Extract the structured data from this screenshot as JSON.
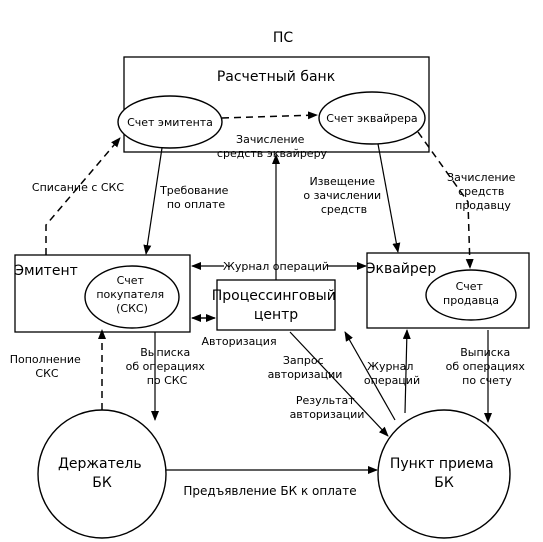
{
  "title": "ПС",
  "nodes": {
    "settlement_bank": "Расчетный банк",
    "issuer_account": "Счет эмитента",
    "acquirer_account": "Счет эквайрера",
    "issuer": "Эмитент",
    "buyer_account": [
      "Счет",
      "покупателя",
      "(СКС)"
    ],
    "processing_center": [
      "Процессинговый",
      "центр"
    ],
    "acquirer": "Эквайрер",
    "seller_account": [
      "Счет",
      "продавца"
    ],
    "cardholder": [
      "Держатель",
      "БК"
    ],
    "acceptance_point": [
      "Пункт приема",
      "БК"
    ]
  },
  "labels": {
    "acquirer_credit": [
      "Зачисление",
      "средств эквайреру"
    ],
    "write_off": "Списание с СКС",
    "payment_request": [
      "Требование",
      "по оплате"
    ],
    "credit_notice": [
      "Извещение",
      "о зачислении",
      "средств"
    ],
    "seller_credit": [
      "Зачисление",
      "средств",
      "продавцу"
    ],
    "operations_log_top": "Журнал операций",
    "authorization": "Авторизация",
    "replenish": [
      "Пополнение",
      "СКС"
    ],
    "statement_sks": [
      "Выписка",
      "об операциях",
      "по СКС"
    ],
    "auth_request": [
      "Запрос",
      "авторизации"
    ],
    "auth_result": [
      "Результат",
      "авторизации"
    ],
    "operations_log_bottom": [
      "Журнал",
      "операций"
    ],
    "statement_account": [
      "Выписка",
      "об операциях",
      "по счету"
    ],
    "card_presentation": "Предъявление БК к оплате"
  }
}
